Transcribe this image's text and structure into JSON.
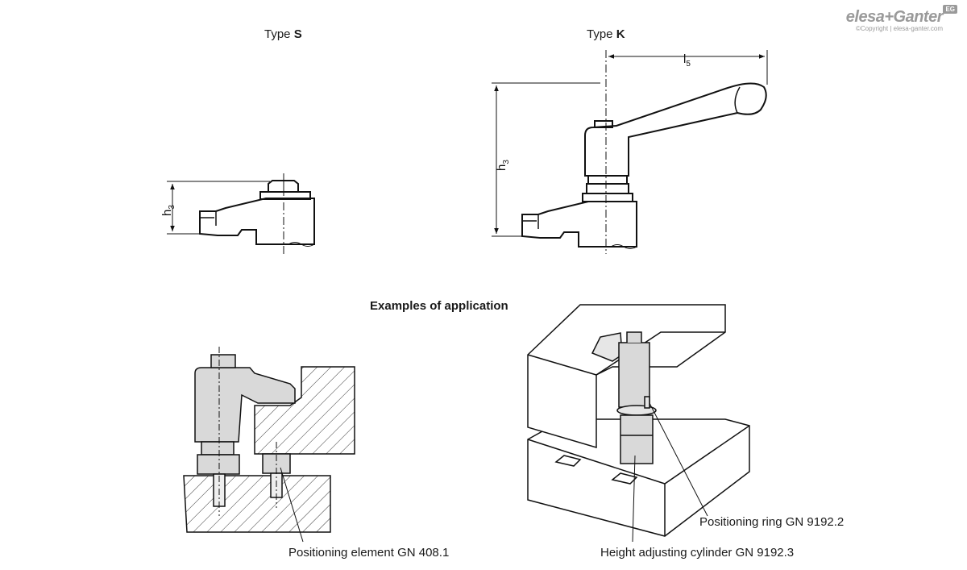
{
  "brand": {
    "logo_text": "elesa+Ganter",
    "badge": "EG",
    "copyright": "©Copyright | elesa-ganter.com"
  },
  "type_s": {
    "prefix": "Type ",
    "code": "S",
    "dim_h": "h",
    "dim_h_sub": "3"
  },
  "type_k": {
    "prefix": "Type ",
    "code": "K",
    "dim_h": "h",
    "dim_h_sub": "3",
    "dim_l": "l",
    "dim_l_sub": "5"
  },
  "applications": {
    "title": "Examples of application",
    "callout_left": "Positioning element GN 408.1",
    "callout_ring": "Positioning ring GN 9192.2",
    "callout_cylinder": "Height adjusting cylinder GN 9192.3"
  }
}
